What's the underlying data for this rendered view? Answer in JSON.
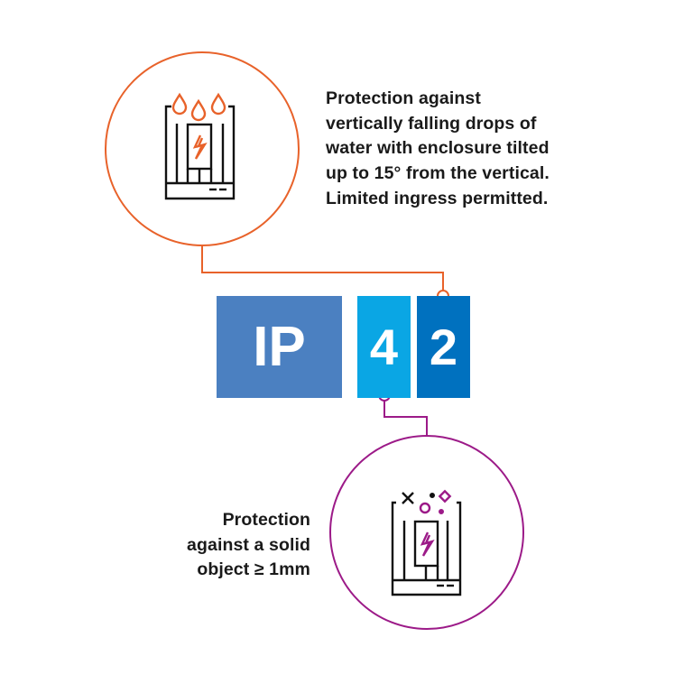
{
  "colors": {
    "water": "#e8622a",
    "solid": "#9c1a88",
    "ip_box": "#4b80c1",
    "digit1_box": "#0aa6e4",
    "digit2_box": "#0071bf",
    "icon_stroke": "#111111"
  },
  "code": {
    "prefix": "IP",
    "digit1": "4",
    "digit2": "2"
  },
  "water": {
    "icon": "enclosure-water-drops-icon",
    "lines": [
      "Protection against",
      "vertically falling drops of",
      "water with enclosure tilted",
      "up to 15° from the vertical.",
      "Limited ingress permitted."
    ]
  },
  "solid": {
    "icon": "enclosure-solid-objects-icon",
    "lines": [
      "Protection",
      "against a solid",
      "object ≥ 1mm"
    ]
  }
}
